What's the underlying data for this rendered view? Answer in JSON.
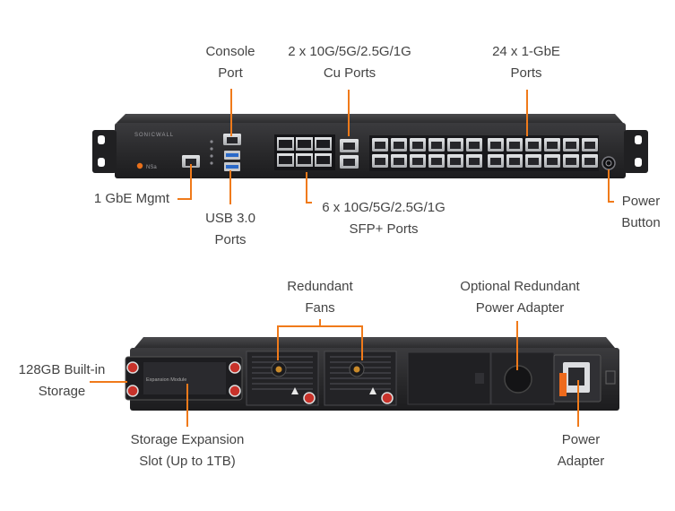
{
  "front_panel": {
    "brand_text": "SONICWALL",
    "model_text": "NSa",
    "labels": {
      "console_port": [
        "Console",
        "Port"
      ],
      "cu_ports": [
        "2 x 10G/5G/2.5G/1G",
        "Cu Ports"
      ],
      "gbe_ports": [
        "24 x 1-GbE",
        "Ports"
      ],
      "mgmt_port": [
        "1 GbE Mgmt"
      ],
      "usb_ports": [
        "USB 3.0",
        "Ports"
      ],
      "sfp_ports": [
        "6 x 10G/5G/2.5G/1G",
        "SFP+ Ports"
      ],
      "power_button": [
        "Power",
        "Button"
      ]
    }
  },
  "rear_panel": {
    "module_text": "Expansion Module",
    "labels": {
      "redundant_fans": [
        "Redundant",
        "Fans"
      ],
      "optional_power": [
        "Optional Redundant",
        "Power Adapter"
      ],
      "storage_builtin": [
        "128GB Built-in",
        "Storage"
      ],
      "storage_expansion": [
        "Storage Expansion",
        "Slot (Up to 1TB)"
      ],
      "power_adapter": [
        "Power",
        "Adapter"
      ]
    }
  },
  "colors": {
    "callout": "#f07a1a",
    "label_text": "#444444",
    "chassis": "#2a2a2c",
    "chassis_dark": "#17171a",
    "port_metal": "#c9cbcd"
  }
}
